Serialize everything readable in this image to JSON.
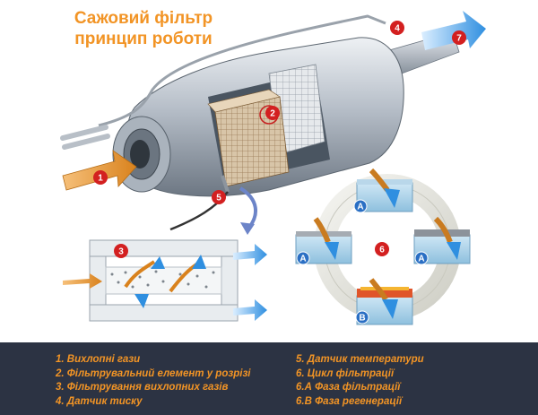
{
  "title": {
    "line1": "Сажовий фільтр",
    "line2": "принцип роботи"
  },
  "badges": {
    "b1": "1",
    "b2": "2",
    "b3": "3",
    "b4": "4",
    "b5": "5",
    "b6": "6",
    "b7": "7",
    "phase_a": "A",
    "phase_b": "B"
  },
  "legend": {
    "items": [
      "1. Вихлопні гази",
      "2. Фільтрувальний елемент у розрізі",
      "3. Фільтрування вихлопних газів",
      "4. Датчик тиску",
      "5. Датчик температури",
      "6. Цикл фільтрації",
      "6.А Фаза фільтрації",
      "6.В Фаза регенерації"
    ]
  },
  "colors": {
    "accent_orange": "#f29425",
    "badge_red": "#d32020",
    "badge_blue": "#2a6fc4",
    "arrow_blue": "#2f8fe0",
    "legend_bg": "#2c3343"
  }
}
